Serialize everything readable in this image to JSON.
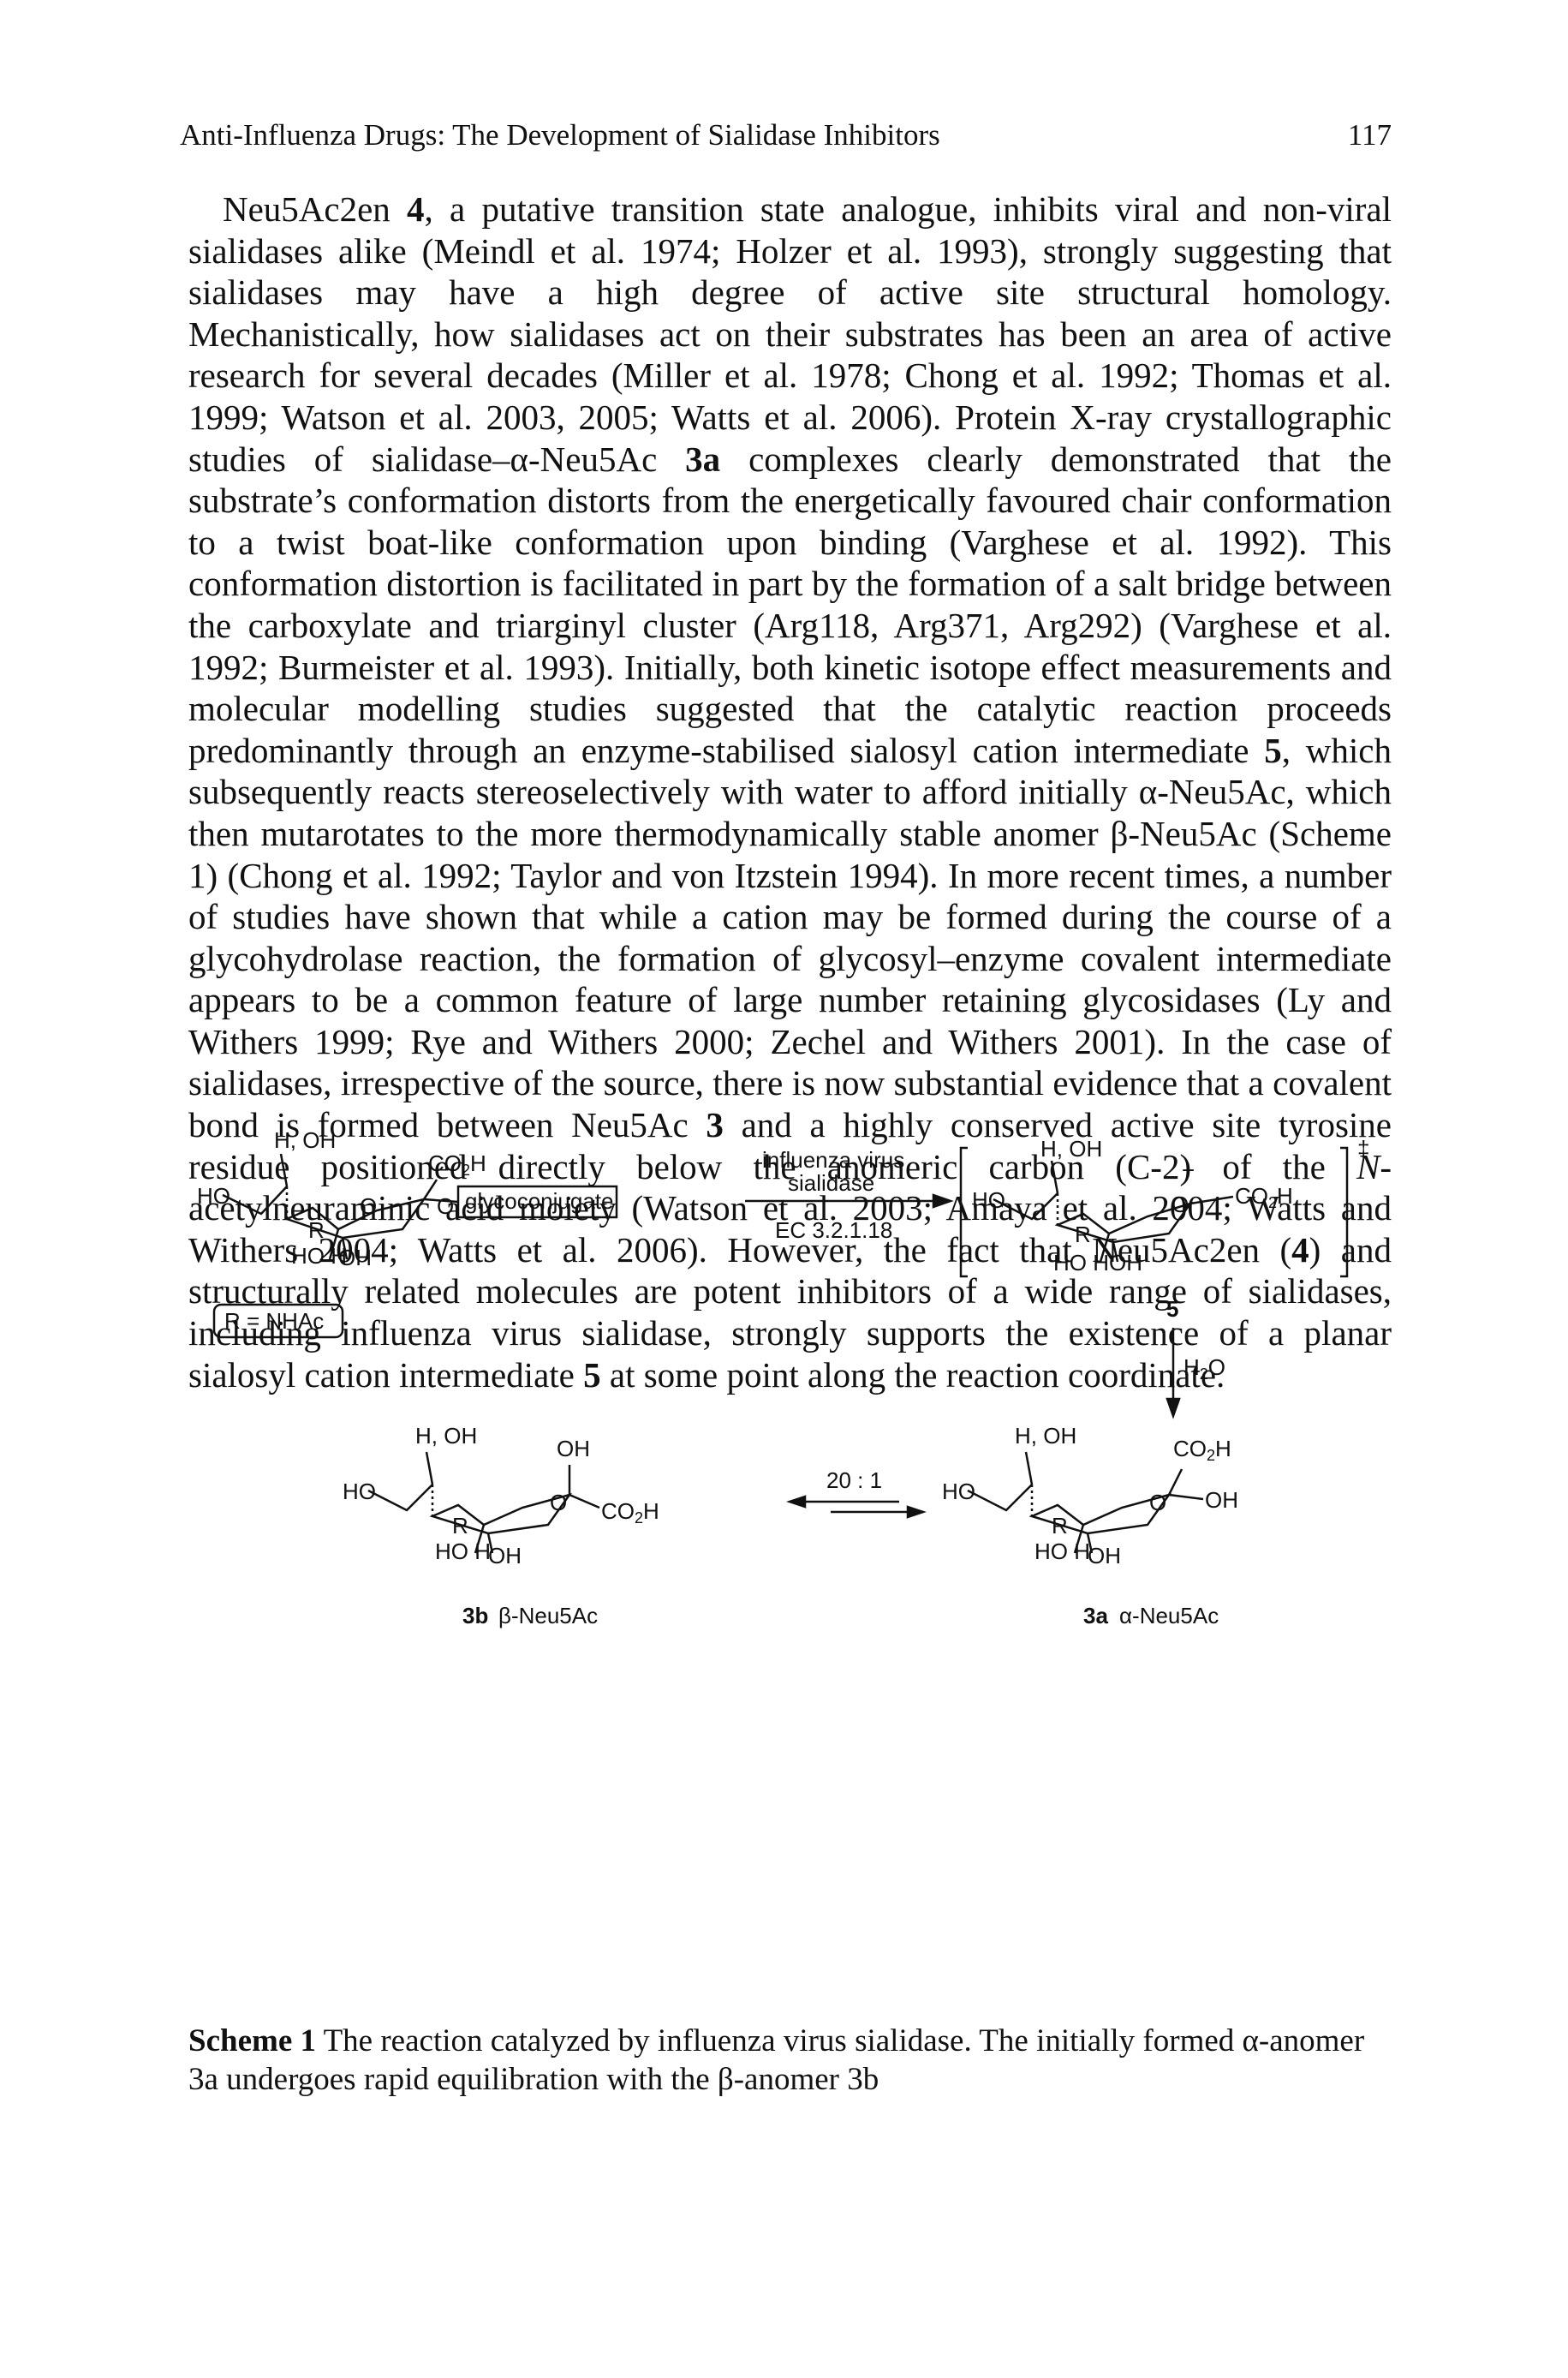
{
  "header": {
    "running_title": "Anti-Influenza Drugs: The Development of Sialidase Inhibitors",
    "page_number": "117"
  },
  "body": {
    "paragraph_html": "Neu5Ac2en <b>4</b>, a putative transition state analogue, inhibits viral and non-viral sialidases alike (Meindl et al. 1974; Holzer et al. 1993), strongly suggesting that sialidases may have a high degree of active site structural homology. Mechanistically, how sialidases act on their substrates has been an area of active research for several decades (Miller et al. 1978; Chong et al. 1992; Thomas et al. 1999; Watson et al. 2003, 2005; Watts et al. 2006). Protein X-ray crystallographic studies of sialidase–α-Neu5Ac <b>3a</b> complexes clearly demonstrated that the substrate’s conformation distorts from the energetically favoured chair conformation to a twist boat-like conformation upon binding (Varghese et al. 1992). This conformation distortion is facilitated in part by the formation of a salt bridge between the carboxylate and triarginyl cluster (Arg118, Arg371, Arg292) (Varghese et al. 1992; Burmeister et al. 1993). Initially, both kinetic isotope effect measurements and molecular modelling studies suggested that the catalytic reaction proceeds predominantly through an enzyme-stabilised sialosyl cation intermediate <b>5</b>, which subsequently reacts stereoselectively with water to afford initially α-Neu5Ac, which then mutarotates to the more thermodynamically stable anomer β-Neu5Ac (Scheme 1) (Chong et al. 1992; Taylor and von Itzstein 1994). In more recent times, a number of studies have shown that while a cation may be formed during the course of a glycohydrolase reaction, the formation of glycosyl–enzyme covalent intermediate appears to be a common feature of large number retaining glycosidases (Ly and Withers 1999; Rye and Withers 2000; Zechel and Withers 2001). In the case of sialidases, irrespective of the source, there is now substantial evidence that a covalent bond is formed between Neu5Ac <b>3</b> and a highly conserved active site tyrosine residue positioned directly below the anomeric carbon (C-2) of the <i>N</i>-acetylneuraminic acid moiety (Watson et al. 2003; Amaya et al. 2004; Watts and Withers 2004; Watts et al. 2006). However, the fact that Neu5Ac2en (<b>4</b>) and structurally related molecules are potent inhibitors of a wide range of sialidases, including influenza virus sialidase, strongly supports the existence of a planar sialosyl cation intermediate <b>5</b> at some point along the reaction coordinate."
  },
  "scheme": {
    "substrate": {
      "glycoconjugate": "glycoconjugate",
      "r_definition": "R = NHAc"
    },
    "arrow_top": {
      "label_line1": "influenza virus",
      "label_line2": "sialidase",
      "ec": "EC 3.2.1.18"
    },
    "intermediate": {
      "number": "5",
      "charge": "+",
      "ts_symbol": "‡"
    },
    "arrow_down": {
      "reagent": "H2O"
    },
    "equilibrium": {
      "ratio": "20 : 1"
    },
    "product_beta": {
      "compound": "3b",
      "name": "β-Neu5Ac"
    },
    "product_alpha": {
      "compound": "3a",
      "name": "α-Neu5Ac"
    }
  },
  "caption": {
    "label": "Scheme 1",
    "text": " The reaction catalyzed by influenza virus sialidase. The initially formed α-anomer 3a undergoes rapid equilibration with the β-anomer 3b"
  }
}
